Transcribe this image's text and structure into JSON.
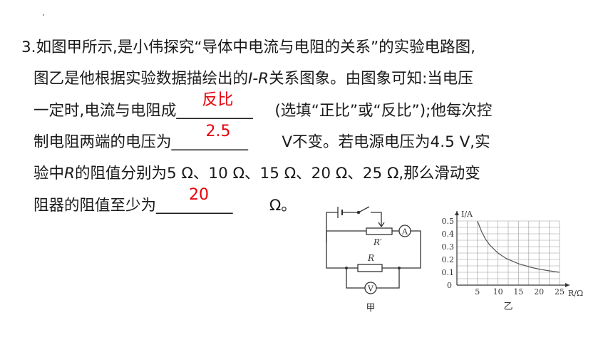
{
  "question": {
    "number": "3.",
    "line1": "如图甲所示,是小伟探究“导体中电流与电阻的关系”的实验电路图,",
    "line2_a": "图乙是他根据实验数据描绘出的",
    "line2_var": "I-R",
    "line2_b": "关系图象。由图象可知:当电压",
    "line3_a": "一定时,电流与电阻成",
    "line3_b": "(选填“正比”或“反比”);他每次控",
    "line4_a": "制电阻两端的电压为",
    "line4_b": " V不变。若电源电压为4.5 V,实",
    "line5_a": "验中",
    "line5_var": "R",
    "line5_b": "的阻值分别为5 Ω、10 Ω、15 Ω、20 Ω、25 Ω,那么滑动变",
    "line6_a": "阻器的阻值至少为",
    "line6_b": " Ω。",
    "blank_underscores_1": "__________",
    "blank_underscores_2": "__________",
    "blank_underscores_3": "__________"
  },
  "answers": {
    "blank1": "反比",
    "blank2": "2.5",
    "blank3": "20"
  },
  "circuit": {
    "rheostat_label": "R′",
    "resistor_label": "R",
    "ammeter": "A",
    "voltmeter": "V",
    "caption": "甲"
  },
  "chart_data": {
    "type": "line",
    "xlabel": "R/Ω",
    "ylabel": "I/A",
    "origin_label": "0",
    "x_ticks": [
      5,
      10,
      15,
      20,
      25
    ],
    "y_ticks": [
      0.1,
      0.2,
      0.3,
      0.4,
      0.5
    ],
    "xlim": [
      0,
      25
    ],
    "ylim": [
      0,
      0.5
    ],
    "grid": true,
    "caption": "乙",
    "series": [
      {
        "x": [
          5,
          6,
          7,
          8,
          10,
          12,
          15,
          18,
          20,
          22,
          25
        ],
        "y": [
          0.5,
          0.417,
          0.357,
          0.313,
          0.25,
          0.208,
          0.167,
          0.139,
          0.125,
          0.114,
          0.1
        ]
      }
    ]
  },
  "colors": {
    "answer": "#e8000b",
    "text": "#1a1a1a",
    "figure": "#333333"
  }
}
